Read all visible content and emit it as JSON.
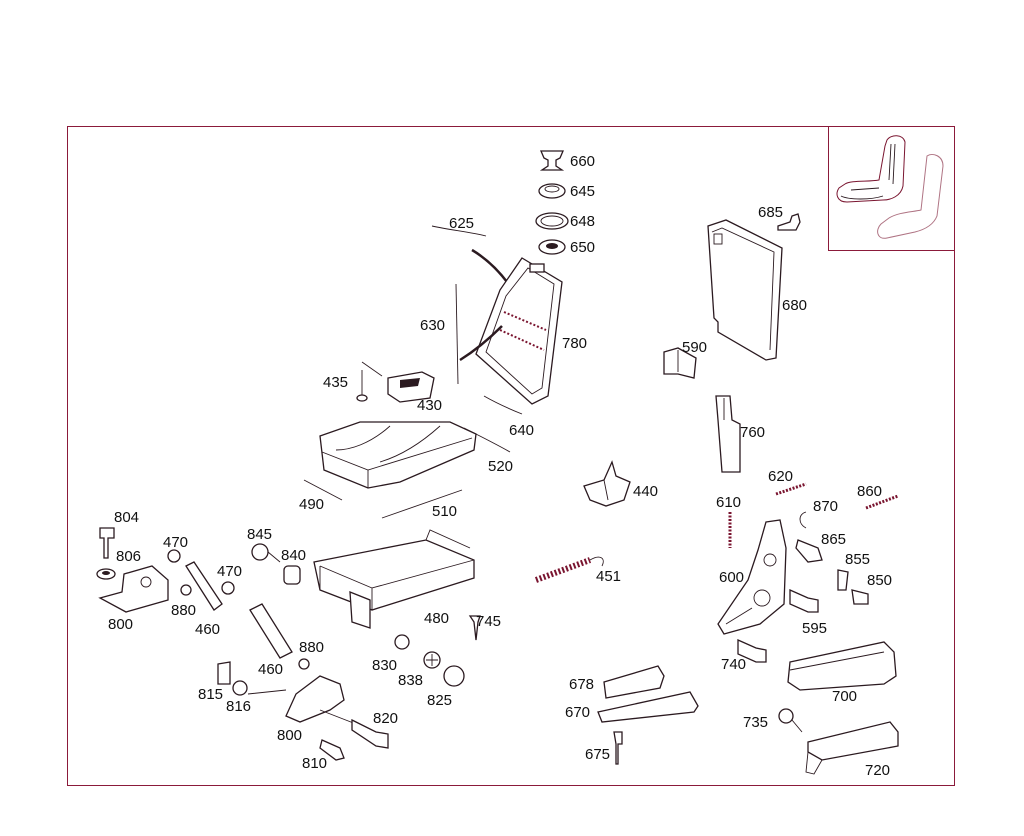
{
  "diagram": {
    "colors": {
      "frame": "#8b1a3a",
      "line": "#2b1a20",
      "accent": "#7a1530"
    },
    "labels": [
      {
        "id": "660",
        "text": "660"
      },
      {
        "id": "645",
        "text": "645"
      },
      {
        "id": "648",
        "text": "648"
      },
      {
        "id": "650",
        "text": "650"
      },
      {
        "id": "625",
        "text": "625"
      },
      {
        "id": "685",
        "text": "685"
      },
      {
        "id": "680",
        "text": "680"
      },
      {
        "id": "630",
        "text": "630"
      },
      {
        "id": "780",
        "text": "780"
      },
      {
        "id": "590",
        "text": "590"
      },
      {
        "id": "435",
        "text": "435"
      },
      {
        "id": "430",
        "text": "430"
      },
      {
        "id": "640",
        "text": "640"
      },
      {
        "id": "760",
        "text": "760"
      },
      {
        "id": "520",
        "text": "520"
      },
      {
        "id": "440",
        "text": "440"
      },
      {
        "id": "620",
        "text": "620"
      },
      {
        "id": "860",
        "text": "860"
      },
      {
        "id": "490",
        "text": "490"
      },
      {
        "id": "510",
        "text": "510"
      },
      {
        "id": "610",
        "text": "610"
      },
      {
        "id": "870",
        "text": "870"
      },
      {
        "id": "804",
        "text": "804"
      },
      {
        "id": "845",
        "text": "845"
      },
      {
        "id": "470a",
        "text": "470"
      },
      {
        "id": "806",
        "text": "806"
      },
      {
        "id": "840",
        "text": "840"
      },
      {
        "id": "865",
        "text": "865"
      },
      {
        "id": "470b",
        "text": "470"
      },
      {
        "id": "451",
        "text": "451"
      },
      {
        "id": "600",
        "text": "600"
      },
      {
        "id": "855",
        "text": "855"
      },
      {
        "id": "850",
        "text": "850"
      },
      {
        "id": "800a",
        "text": "800"
      },
      {
        "id": "880a",
        "text": "880"
      },
      {
        "id": "460a",
        "text": "460"
      },
      {
        "id": "480",
        "text": "480"
      },
      {
        "id": "745",
        "text": "745"
      },
      {
        "id": "595",
        "text": "595"
      },
      {
        "id": "880b",
        "text": "880"
      },
      {
        "id": "460b",
        "text": "460"
      },
      {
        "id": "830",
        "text": "830"
      },
      {
        "id": "838",
        "text": "838"
      },
      {
        "id": "740",
        "text": "740"
      },
      {
        "id": "700",
        "text": "700"
      },
      {
        "id": "678",
        "text": "678"
      },
      {
        "id": "815",
        "text": "815"
      },
      {
        "id": "825",
        "text": "825"
      },
      {
        "id": "816",
        "text": "816"
      },
      {
        "id": "670",
        "text": "670"
      },
      {
        "id": "820",
        "text": "820"
      },
      {
        "id": "735",
        "text": "735"
      },
      {
        "id": "800b",
        "text": "800"
      },
      {
        "id": "675",
        "text": "675"
      },
      {
        "id": "810",
        "text": "810"
      },
      {
        "id": "720",
        "text": "720"
      }
    ]
  }
}
